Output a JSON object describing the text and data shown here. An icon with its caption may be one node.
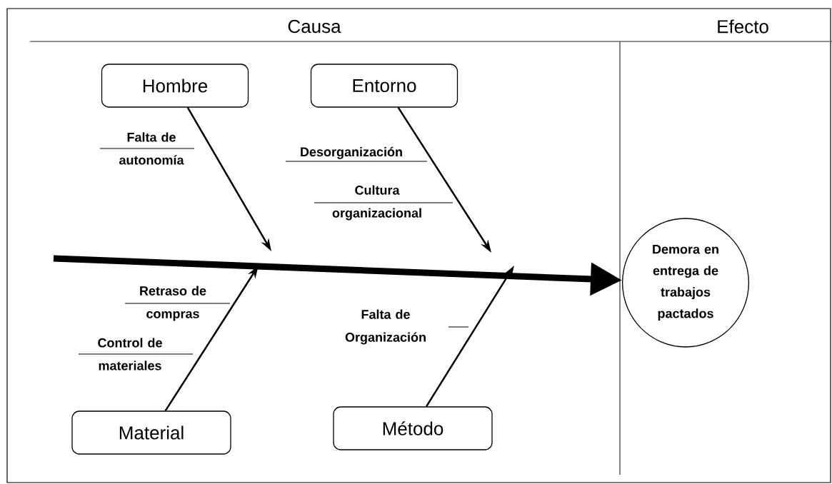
{
  "diagram": {
    "nodes": [
      {
        "text": [
          "Hombre"
        ]
      },
      {
        "text": [
          "Entorno"
        ]
      },
      {
        "text": [
          "Material"
        ]
      },
      {
        "text": [
          "Método"
        ]
      },
      {
        "text": [
          "Demora en entrega de trabajos pactados"
        ]
      }
    ],
    "edges": [
      {
        "from": null,
        "to": 4,
        "arrow": "to",
        "style": "thick"
      },
      {
        "from": 0,
        "to": null,
        "arrow": "to"
      },
      {
        "from": 1,
        "to": null,
        "arrow": "to"
      },
      {
        "from": 2,
        "to": null,
        "arrow": "to"
      },
      {
        "from": 3,
        "to": null,
        "arrow": "to"
      }
    ],
    "labels": [
      "Causa",
      "Efecto",
      "Falta de autonomía",
      "Desorganización",
      "Cultura organizacional",
      "Retraso de compras",
      "Control de materiales",
      "Falta de Organización"
    ]
  }
}
